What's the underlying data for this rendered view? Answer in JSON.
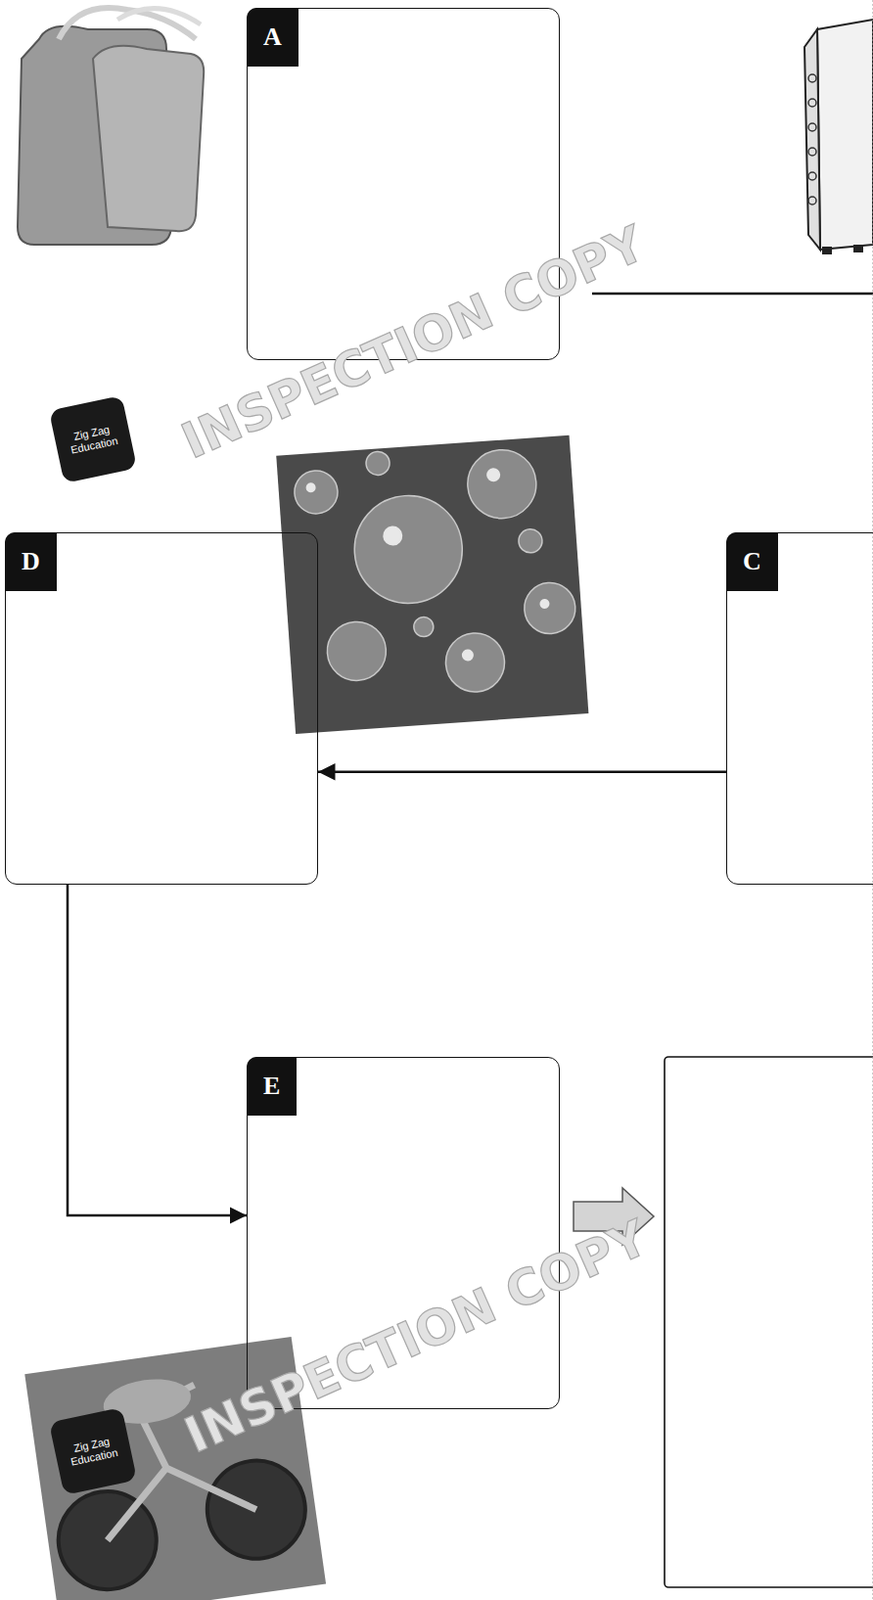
{
  "diagram": {
    "nodes": [
      {
        "text": [
          "A"
        ]
      },
      {
        "text": [
          "D"
        ]
      },
      {
        "text": [
          "C"
        ]
      },
      {
        "text": [
          "E"
        ]
      }
    ],
    "edges": [
      {
        "from": 2,
        "to": 1,
        "arrow": "to"
      },
      {
        "from": 1,
        "to": 3,
        "arrow": "to"
      }
    ],
    "labels": [
      "INSPECTION COPY",
      "INSPECTION COPY",
      "Zig Zag Education",
      "Zig Zag Education"
    ]
  }
}
